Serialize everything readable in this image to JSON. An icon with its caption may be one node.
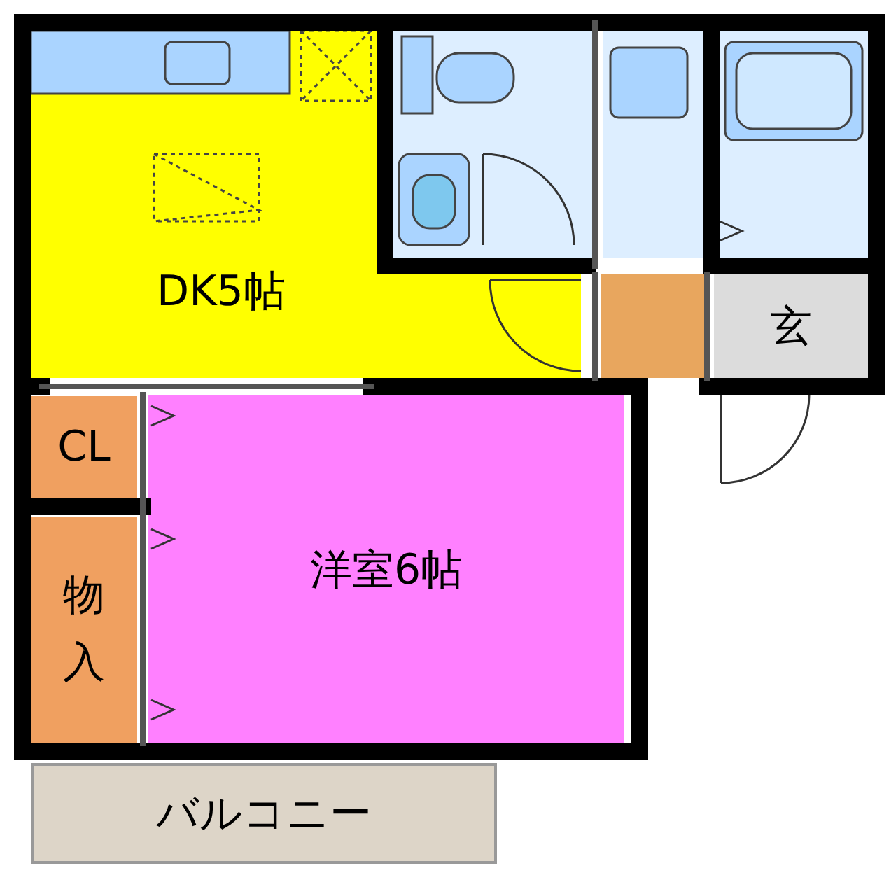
{
  "diagram": {
    "nodes": [
      {
        "text": [
          "DK5帖"
        ]
      },
      {
        "text": [
          "玄"
        ]
      },
      {
        "text": [
          "CL"
        ]
      },
      {
        "text": [
          "物入"
        ]
      },
      {
        "text": [
          "洋室6帖"
        ]
      },
      {
        "text": [
          "バルコニー"
        ]
      },
      {
        "text": [],
        "shape": "box"
      }
    ],
    "edges": []
  }
}
